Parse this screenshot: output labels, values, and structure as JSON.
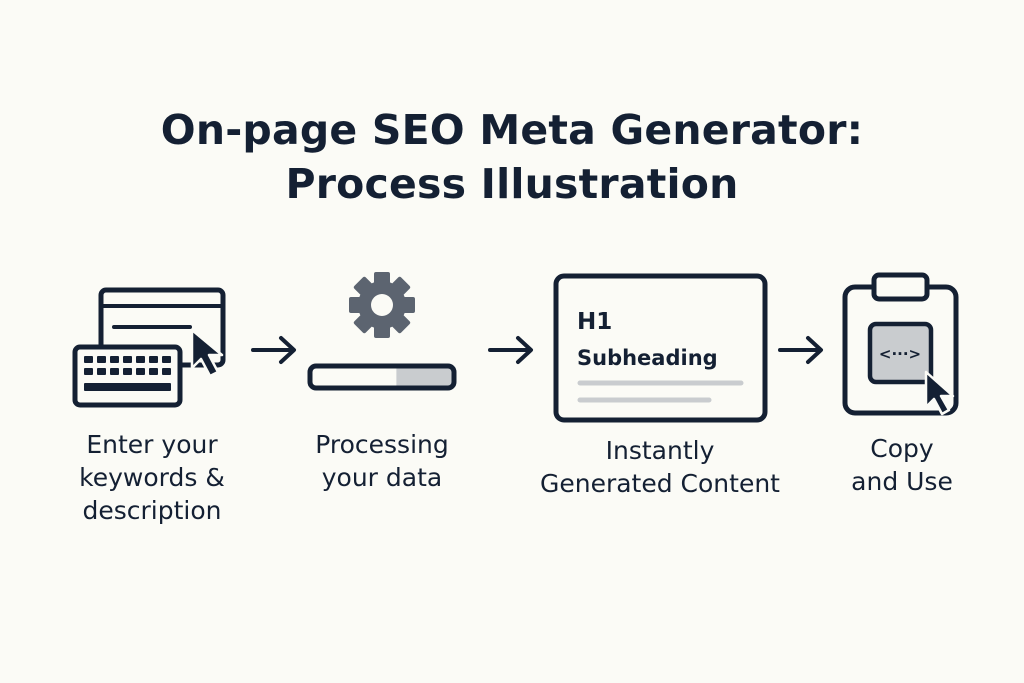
{
  "title": {
    "line1": "On-page SEO Meta Generator:",
    "line2": "Process Illustration"
  },
  "steps": [
    {
      "icon": "keyboard-monitor-icon",
      "label_lines": [
        "Enter your",
        "keywords &",
        "description"
      ]
    },
    {
      "icon": "gear-progress-icon",
      "label_lines": [
        "Processing",
        "your data"
      ],
      "progress": 0.6
    },
    {
      "icon": "document-preview-icon",
      "heading": "H1",
      "subheading": "Subheading",
      "label_lines": [
        "Instantly",
        "Generated Content"
      ]
    },
    {
      "icon": "clipboard-code-icon",
      "code_glyph": "<···>",
      "label_lines": [
        "Copy",
        "and Use"
      ]
    }
  ],
  "colors": {
    "background": "#fbfbf6",
    "ink": "#142033",
    "gray_fill": "#c9cccf",
    "gear": "#5c6470"
  }
}
